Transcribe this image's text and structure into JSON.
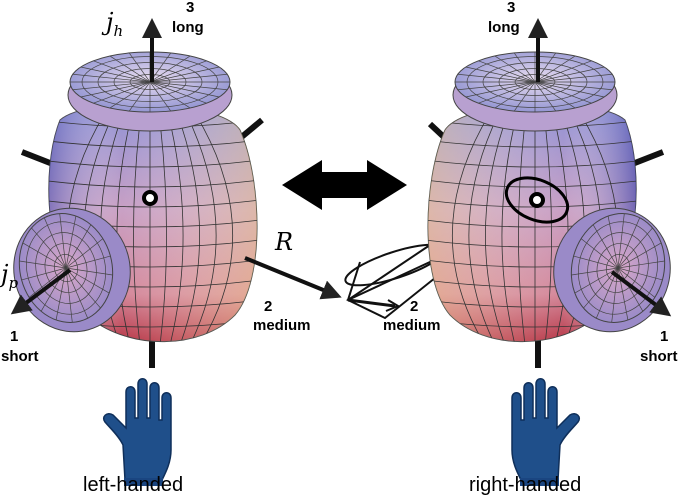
{
  "left_figure": {
    "axis_long": {
      "number": "3",
      "word": "long"
    },
    "axis_medium": {
      "number": "2",
      "word": "medium"
    },
    "axis_short": {
      "number": "1",
      "word": "short"
    },
    "symbol_jh": {
      "base": "j",
      "sub": "h"
    },
    "symbol_jp": {
      "base": "j",
      "sub": "p"
    },
    "symbol_R": "R",
    "caption": "left-handed",
    "hand_icon": "blue-glove-hand-icon"
  },
  "right_figure": {
    "axis_long": {
      "number": "3",
      "word": "long"
    },
    "axis_medium": {
      "number": "2",
      "word": "medium"
    },
    "axis_short": {
      "number": "1",
      "word": "short"
    },
    "caption": "right-handed",
    "hand_icon": "blue-glove-hand-icon"
  },
  "center": {
    "arrow_icon": "double-headed-arrow-icon"
  },
  "colors": {
    "body_top": "#9a9ad8",
    "body_mid": "#c898b8",
    "body_bottom": "#c04050",
    "glove": "#1f4f8a"
  }
}
